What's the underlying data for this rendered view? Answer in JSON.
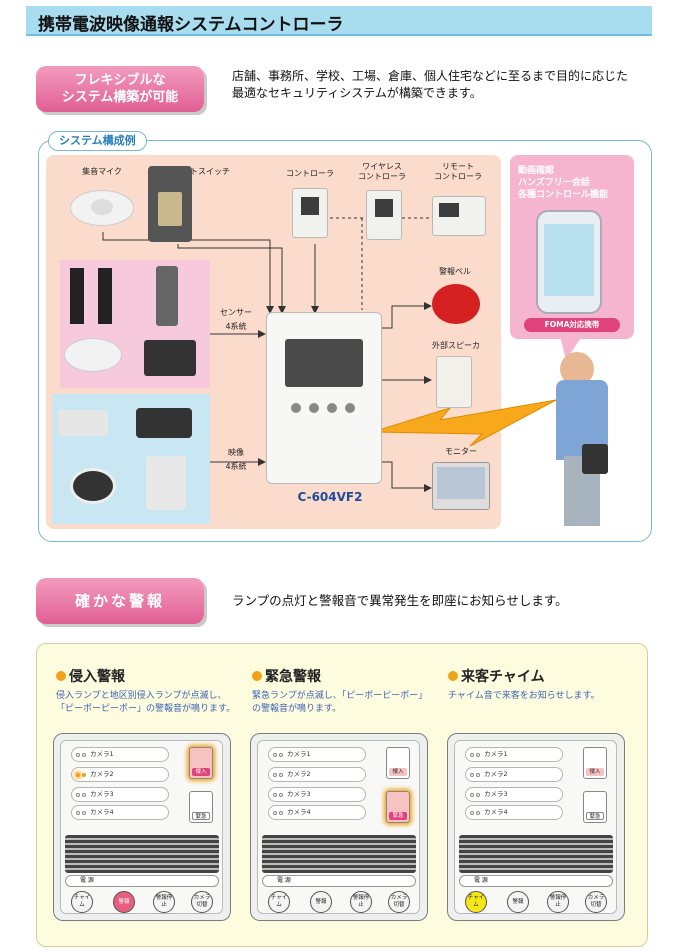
{
  "header": {
    "title": "携帯電波映像通報システムコントローラ"
  },
  "section1": {
    "badge_line1": "フレキシブルな",
    "badge_line2": "システム構築が可能",
    "lead_line1": "店舗、事務所、学校、工場、倉庫、個人住宅などに至るまで目的に応じた",
    "lead_line2": "最適なセキュリティシステムが構築できます。"
  },
  "system": {
    "tab": "システム構成例",
    "mic": "集音マイク",
    "remote_switch": "リモートスイッチ",
    "controller": "コントローラ",
    "wireless_line1": "ワイヤレス",
    "wireless_line2": "コントローラ",
    "remote_line1": "リモート",
    "remote_line2": "コントローラ",
    "sensor_line1": "センサー",
    "sensor_line2": "4系統",
    "video_line1": "映像",
    "video_line2": "4系統",
    "model": "C-604VF2",
    "bell": "警報ベル",
    "speaker": "外部スピーカ",
    "monitor": "モニター",
    "phone_line1": "動画確認",
    "phone_line2": "ハンズフリー会話",
    "phone_line3": "各種コントロール機能",
    "foma": "FOMA対応携帯"
  },
  "section2": {
    "badge": "確かな警報",
    "lead": "ランプの点灯と警報音で異常発生を即座にお知らせします。"
  },
  "alarms": [
    {
      "title": "侵入警報",
      "desc_line1": "侵入ランプと地区別侵入ランプが点滅し、",
      "desc_line2": "「ピーポーピーポー」の警報音が鳴ります。"
    },
    {
      "title": "緊急警報",
      "desc_line1": "緊急ランプが点滅し、「ピーポーピーポー」",
      "desc_line2": "の警報音が鳴ります。"
    },
    {
      "title": "来客チャイム",
      "desc_line1": "チャイム音で来客をお知らせします。",
      "desc_line2": ""
    }
  ],
  "panel": {
    "cameras": [
      "カメラ1",
      "カメラ2",
      "カメラ3",
      "カメラ4"
    ],
    "intrusion": "侵入",
    "emergency": "緊急",
    "power": "電 源",
    "buttons": [
      "チャイム",
      "警報",
      "警報停止",
      "カメラ切替"
    ]
  },
  "colors": {
    "accent_pink": "#e05f93",
    "header_blue": "#a8dcef",
    "lamp_orange": "#f0a218",
    "alarm_red": "#e0437b",
    "chime_yellow": "#f6e818"
  }
}
